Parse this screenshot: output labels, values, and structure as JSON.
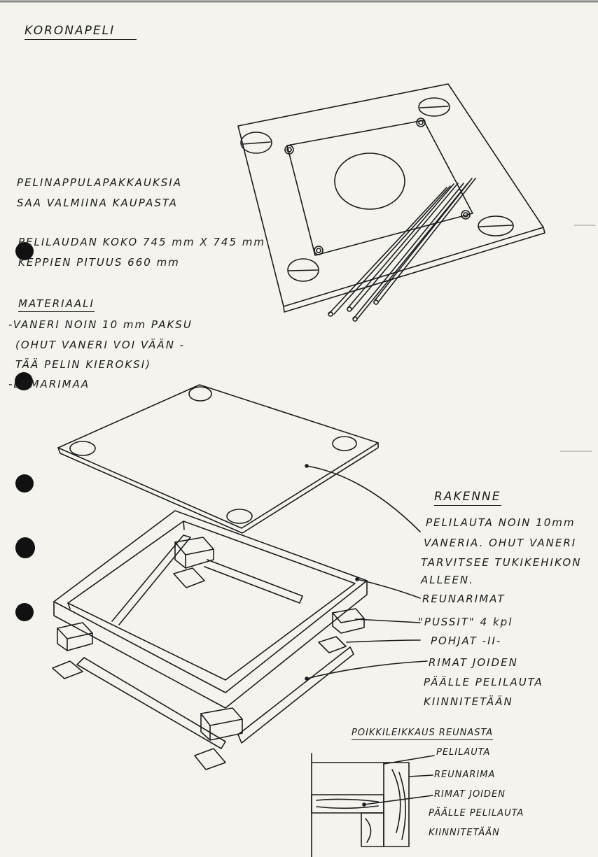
{
  "title": "KORONAPELI",
  "intro": {
    "line1": "PELINAPPULAPAKKAUKSIA",
    "line2": "SAA VALMIINA KAUPASTA"
  },
  "dimensions": {
    "board": "PELILAUDAN KOKO 745 mm X 745 mm",
    "cue": "KEPPIEN PITUUS 660 mm"
  },
  "materials": {
    "heading": "MATERIAALI",
    "items": [
      "-VANERI NOIN 10 mm PAKSU",
      "(OHUT VANERI VOI VÄÄN -",
      "TÄÄ PELIN KIEROKSI)",
      "-LIIMARIMAA"
    ]
  },
  "structure": {
    "heading": "RAKENNE",
    "board_note": [
      "PELILAUTA NOIN 10mm",
      "VANERIA. OHUT VANERI",
      "TARVITSEE TUKIKEHIKON",
      "ALLEEN."
    ],
    "edge_strips": "REUNARIMAT",
    "pockets": "\"PUSSIT\" 4 kpl",
    "bottoms": "POHJAT -II-",
    "strips_note": [
      "RIMAT JOIDEN",
      "PÄÄLLE PELILAUTA",
      "KIINNITETÄÄN"
    ]
  },
  "cross_section": {
    "heading": "POIKKILEIKKAUS REUNASTA",
    "labels": {
      "board": "PELILAUTA",
      "edge": "REUNARIMA",
      "strips": [
        "RIMAT JOIDEN",
        "PÄÄLLE PELILAUTA",
        "KIINNITETÄÄN"
      ]
    }
  }
}
